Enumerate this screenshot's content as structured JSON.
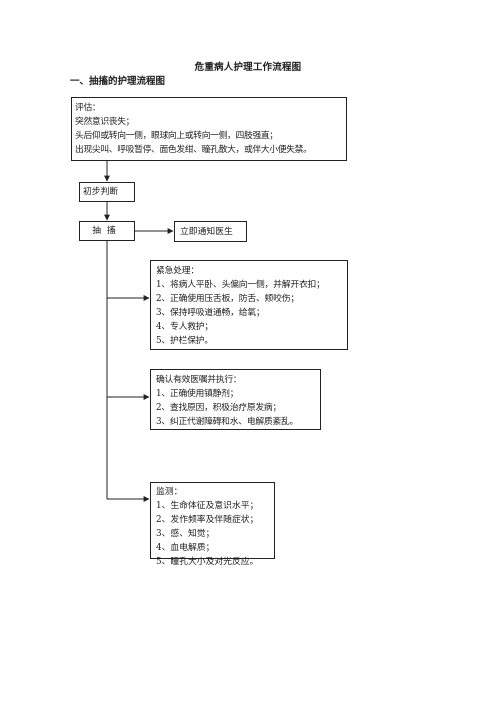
{
  "title": "危重病人护理工作流程图",
  "section_heading": "一、抽搐的护理流程图",
  "boxes": {
    "assessment": {
      "lines": [
        "评估：",
        "突然意识丧失；",
        "头后仰或转向一侧，眼球向上或转向一侧，四肢强直；",
        "出现尖叫、呼吸暂停、面色发绀、瞳孔散大，或伴大小便失禁。"
      ]
    },
    "initial_judgment": {
      "label": "初步判断"
    },
    "convulsion": {
      "label": "抽搐"
    },
    "notify_doctor": {
      "label": "立即通知医生"
    },
    "emergency": {
      "lines": [
        "紧急处理：",
        "1、将病人平卧、头偏向一侧，并解开衣扣；",
        "2、正确使用压舌板，防舌、颊咬伤；",
        "3、保持呼吸道通畅，给氧；",
        "4、专人救护；",
        "5、护栏保护。"
      ]
    },
    "confirm_orders": {
      "lines": [
        "确认有效医嘱并执行：",
        "1、正确使用镇静剂；",
        "2、查找原因，积极治疗原发病；",
        "3、纠正代谢障碍和水、电解质紊乱。"
      ]
    },
    "monitor": {
      "lines": [
        "监测：",
        "1、生命体征及意识水平；",
        "2、发作频率及伴随症状；",
        "3、感、知觉；",
        "4、血电解质；",
        "5、瞳孔大小及对光反应。"
      ]
    }
  }
}
